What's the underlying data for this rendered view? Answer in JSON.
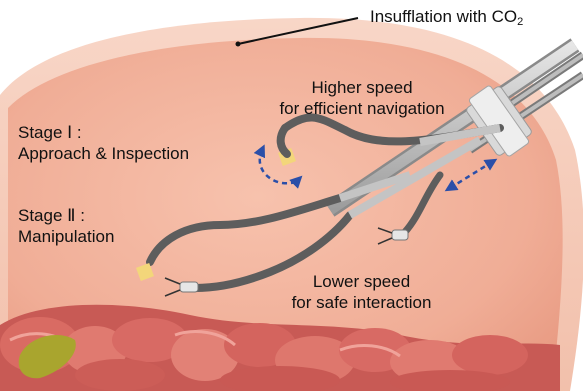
{
  "labels": {
    "insufflation_prefix": "Insufflation with CO",
    "insufflation_sub": "2",
    "higher_line1": "Higher speed",
    "higher_line2": "for efficient navigation",
    "stage1_line1": "Stage Ⅰ :",
    "stage1_line2": "Approach & Inspection",
    "stage2_line1": "Stage Ⅱ :",
    "stage2_line2": "Manipulation",
    "lower_line1": "Lower speed",
    "lower_line2": "for safe interaction"
  },
  "colors": {
    "cavity_fill": "#f2b39e",
    "cavity_wall": "#f6cfbf",
    "intestine": "#d86a64",
    "instrument_gray": "#5d5d5d",
    "instrument_light": "#c7c7c7",
    "tip_yellow": "#f3d67a",
    "arrow_blue": "#2b4fa8"
  }
}
